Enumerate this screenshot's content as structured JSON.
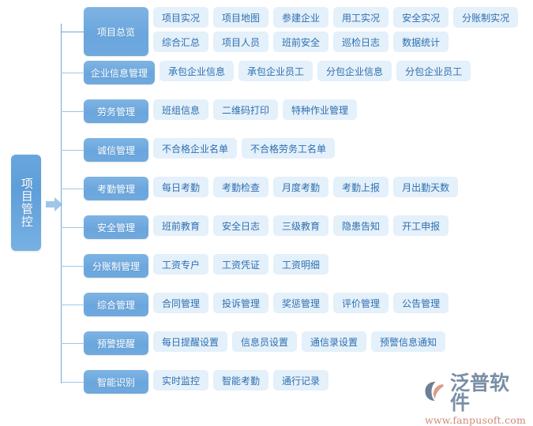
{
  "root": {
    "label": "项目管控",
    "arrow_icon": "right-arrow-icon",
    "color": "#6aa6dd"
  },
  "colors": {
    "category_bg": "#6aa6dd",
    "chip_bg": "#e4f0fa",
    "chip_text": "#2f6fb0",
    "line": "#6ca7dc",
    "logo_text": "#7a8fa6",
    "logo_url": "#d08a78",
    "logo_mark_blue": "#6b7f95",
    "logo_mark_salmon": "#e09a86"
  },
  "rows": [
    {
      "category": "项目总览",
      "lines": [
        [
          "项目实况",
          "项目地图",
          "参建企业",
          "用工实况",
          "安全实况",
          "分账制实况"
        ],
        [
          "综合汇总",
          "项目人员",
          "班前安全",
          "巡检日志",
          "数据统计"
        ]
      ]
    },
    {
      "category": "企业信息管理",
      "lines": [
        [
          "承包企业信息",
          "承包企业员工",
          "分包企业信息",
          "分包企业员工"
        ]
      ]
    },
    {
      "category": "劳务管理",
      "lines": [
        [
          "班组信息",
          "二维码打印",
          "特种作业管理"
        ]
      ]
    },
    {
      "category": "诚信管理",
      "lines": [
        [
          "不合格企业名单",
          "不合格劳务工名单"
        ]
      ]
    },
    {
      "category": "考勤管理",
      "lines": [
        [
          "每日考勤",
          "考勤检查",
          "月度考勤",
          "考勤上报",
          "月出勤天数"
        ]
      ]
    },
    {
      "category": "安全管理",
      "lines": [
        [
          "班前教育",
          "安全日志",
          "三级教育",
          "隐患告知",
          "开工申报"
        ]
      ]
    },
    {
      "category": "分账制管理",
      "lines": [
        [
          "工资专户",
          "工资凭证",
          "工资明细"
        ]
      ]
    },
    {
      "category": "综合管理",
      "lines": [
        [
          "合同管理",
          "投诉管理",
          "奖惩管理",
          "评价管理",
          "公告管理"
        ]
      ]
    },
    {
      "category": "预警提醒",
      "lines": [
        [
          "每日提醒设置",
          "信息员设置",
          "通信录设置",
          "预警信息通知"
        ]
      ]
    },
    {
      "category": "智能识别",
      "lines": [
        [
          "实时监控",
          "智能考勤",
          "通行记录"
        ]
      ]
    }
  ],
  "logo": {
    "name": "泛普软件",
    "url": "www.fanpusoft.com",
    "mark_icon": "fanpu-swoosh-logo-icon"
  }
}
